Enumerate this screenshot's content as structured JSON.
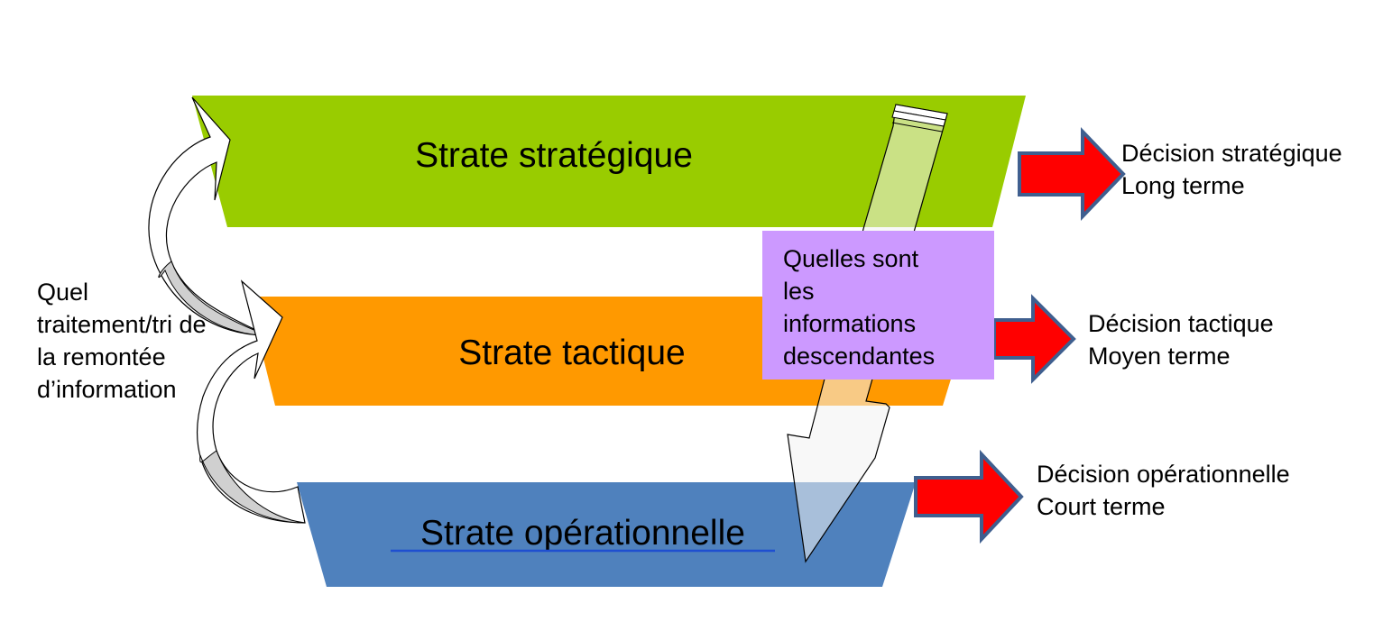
{
  "strates": {
    "strategique": {
      "label": "Strate stratégique",
      "color": "#99cc00"
    },
    "tactique": {
      "label": "Strate tactique",
      "color": "#ff9900"
    },
    "operationnelle": {
      "label": "Strate  opérationnelle",
      "color": "#4f81bd"
    }
  },
  "decisions": {
    "strategique": {
      "line1": "Décision stratégique",
      "line2": "Long terme"
    },
    "tactique": {
      "line1": "Décision tactique",
      "line2": "Moyen terme"
    },
    "operationnelle": {
      "line1": "Décision opérationnelle",
      "line2": "Court terme"
    }
  },
  "question_box": {
    "lines": [
      "Quelles sont",
      "les",
      "informations",
      "descendantes"
    ],
    "color": "#cc99ff"
  },
  "left_note": {
    "lines": [
      "Quel",
      "traitement/tri de",
      "la remontée",
      "d’information"
    ]
  },
  "colors": {
    "decision_arrow_fill": "#ff0000",
    "decision_arrow_stroke": "#3f5f8f",
    "descending_arrow_fill": "#f2f2f2",
    "curved_arrow_fill": "#d0d0d0"
  }
}
